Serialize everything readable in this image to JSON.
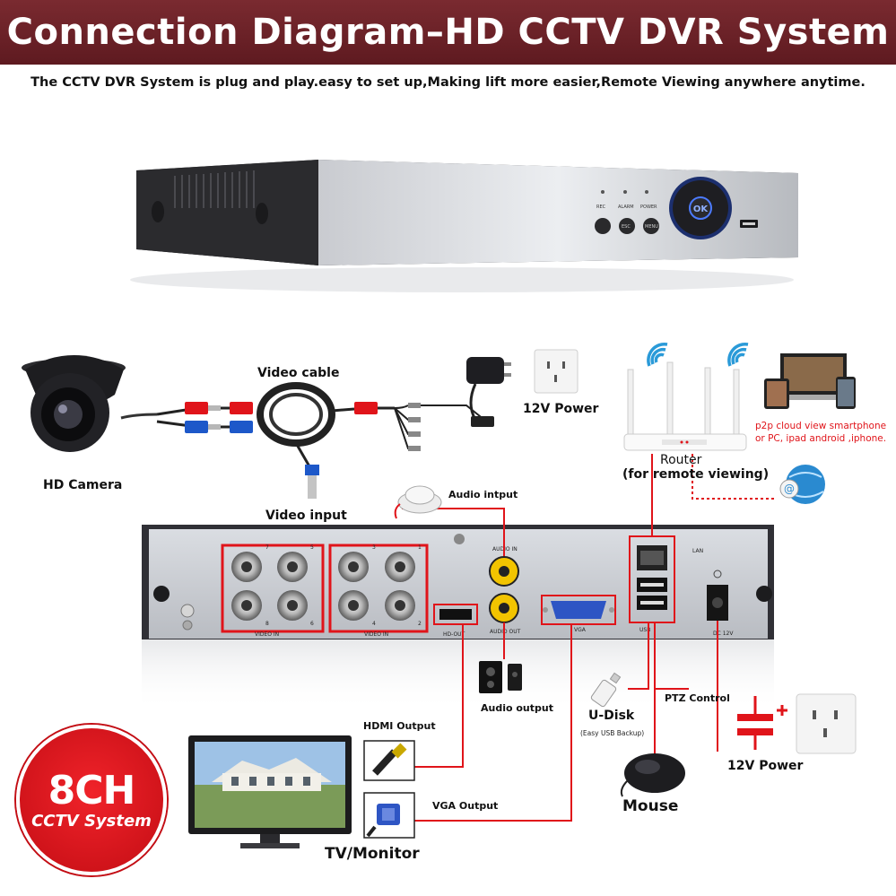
{
  "header": {
    "title": "Connection Diagram–HD CCTV DVR System",
    "subtitle": "The CCTV DVR System is plug and play.easy to set up,Making lift more easier,Remote Viewing anywhere anytime."
  },
  "dvr_front": {
    "indicator_labels": [
      "REC",
      "ALARM",
      "POWER"
    ],
    "button_labels": [
      "ESC",
      "MENU",
      "OK"
    ]
  },
  "labels": {
    "hd_camera": "HD Camera",
    "video_cable": "Video cable",
    "video_input": "Video input",
    "power_top": "12V Power",
    "router": "Router",
    "router_note": "(for remote viewing)",
    "cloud_note": "p2p cloud  view smartphone or PC, ipad android ,iphone.",
    "audio_input": "Audio intput",
    "audio_output": "Audio output",
    "hdmi_output": "HDMI Output",
    "vga_output": "VGA Output",
    "u_disk": "U-Disk",
    "u_disk_note": "(Easy USB Backup)",
    "ptz_control": "PTZ Control",
    "power_bottom": "12V Power",
    "mouse": "Mouse",
    "tv_monitor": "TV/Monitor"
  },
  "rear_panel": {
    "video_in_label": "VIDEO IN",
    "channel_numbers_left": [
      "7",
      "5",
      "8",
      "6"
    ],
    "channel_numbers_right": [
      "3",
      "1",
      "4",
      "2"
    ],
    "audio_in": "AUDIO IN",
    "audio_out": "AUDIO OUT",
    "hd_out": "HD-OUT",
    "vga": "VGA",
    "lan": "LAN",
    "usb": "USB",
    "dc": "DC 12V"
  },
  "badge": {
    "big": "8CH",
    "small": "CCTV System"
  },
  "colors": {
    "banner": "#6b2228",
    "connector_line": "#e0141a",
    "highlight_box": "#e0141a",
    "badge": "#e0141a"
  }
}
